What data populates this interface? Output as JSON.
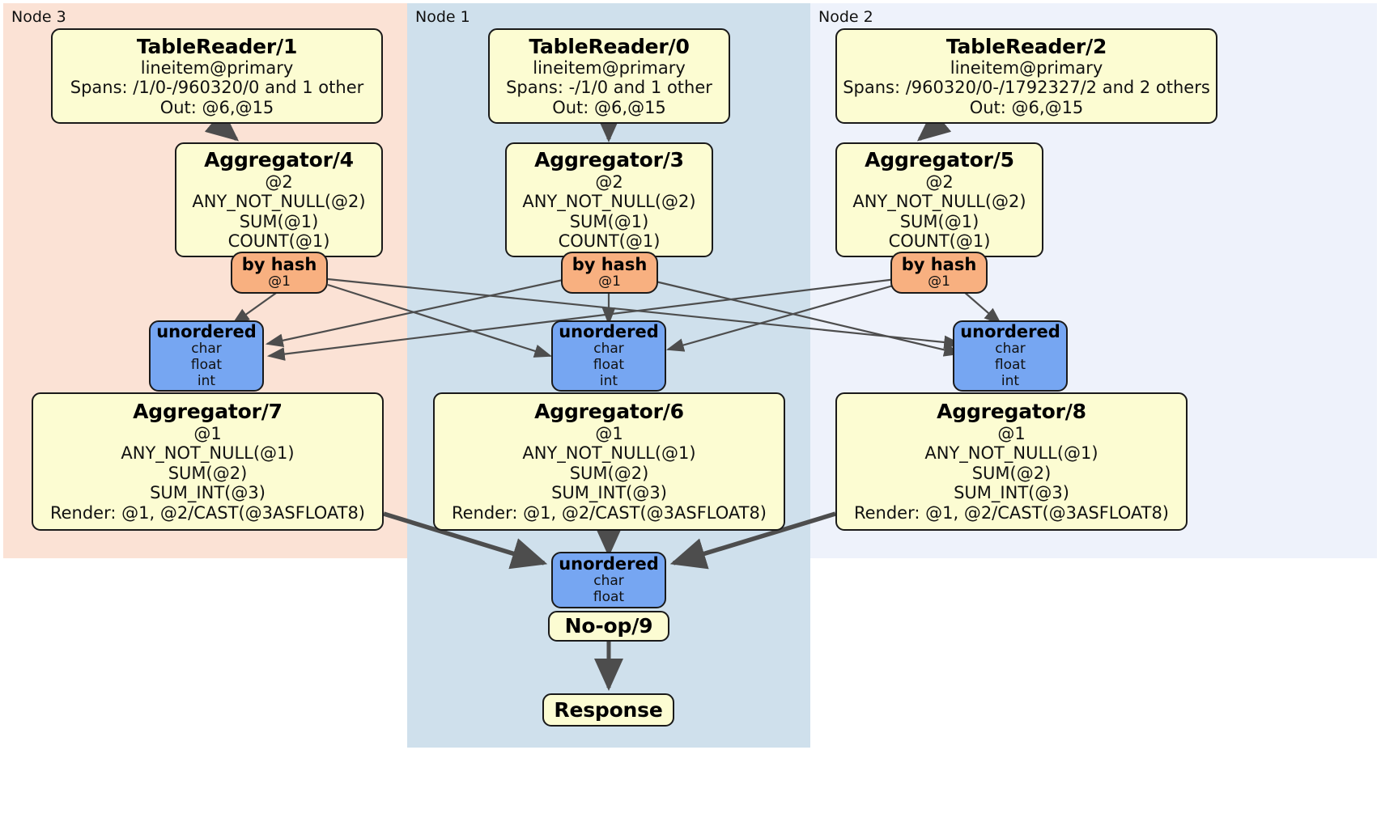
{
  "diagram": {
    "type": "distributed-query-plan",
    "background": "#ffffff",
    "colors": {
      "processor_box": "#fcfcd2",
      "router_box": "#f8b080",
      "synchronizer_box": "#76a6f2",
      "node3_panel": "#fbe2d5",
      "node1_panel": "#cfe0ec",
      "node2_panel": "#eef2fb",
      "edge": "#4d4d4d",
      "border": "#1a1a1a"
    }
  },
  "panels": [
    {
      "label": "Node 3"
    },
    {
      "label": "Node 1"
    },
    {
      "label": "Node 2"
    }
  ],
  "boxes": {
    "tablereader1": {
      "title": "TableReader/1",
      "lines": [
        "lineitem@primary",
        "Spans: /1/0-/960320/0 and 1 other",
        "Out: @6,@15"
      ]
    },
    "tablereader0": {
      "title": "TableReader/0",
      "lines": [
        "lineitem@primary",
        "Spans: -/1/0 and 1 other",
        "Out: @6,@15"
      ]
    },
    "tablereader2": {
      "title": "TableReader/2",
      "lines": [
        "lineitem@primary",
        "Spans: /960320/0-/1792327/2 and 2 others",
        "Out: @6,@15"
      ]
    },
    "aggregator4": {
      "title": "Aggregator/4",
      "lines": [
        "@2",
        "ANY_NOT_NULL(@2)",
        "SUM(@1)",
        "COUNT(@1)"
      ]
    },
    "aggregator3": {
      "title": "Aggregator/3",
      "lines": [
        "@2",
        "ANY_NOT_NULL(@2)",
        "SUM(@1)",
        "COUNT(@1)"
      ]
    },
    "aggregator5": {
      "title": "Aggregator/5",
      "lines": [
        "@2",
        "ANY_NOT_NULL(@2)",
        "SUM(@1)",
        "COUNT(@1)"
      ]
    },
    "byhash_left": {
      "title": "by hash",
      "lines": [
        "@1"
      ]
    },
    "byhash_center": {
      "title": "by hash",
      "lines": [
        "@1"
      ]
    },
    "byhash_right": {
      "title": "by hash",
      "lines": [
        "@1"
      ]
    },
    "unordered_left": {
      "title": "unordered",
      "lines": [
        "char",
        "float",
        "int"
      ]
    },
    "unordered_center": {
      "title": "unordered",
      "lines": [
        "char",
        "float",
        "int"
      ]
    },
    "unordered_right": {
      "title": "unordered",
      "lines": [
        "char",
        "float",
        "int"
      ]
    },
    "aggregator7": {
      "title": "Aggregator/7",
      "lines": [
        "@1",
        "ANY_NOT_NULL(@1)",
        "SUM(@2)",
        "SUM_INT(@3)",
        "Render: @1, @2/CAST(@3ASFLOAT8)"
      ]
    },
    "aggregator6": {
      "title": "Aggregator/6",
      "lines": [
        "@1",
        "ANY_NOT_NULL(@1)",
        "SUM(@2)",
        "SUM_INT(@3)",
        "Render: @1, @2/CAST(@3ASFLOAT8)"
      ]
    },
    "aggregator8": {
      "title": "Aggregator/8",
      "lines": [
        "@1",
        "ANY_NOT_NULL(@1)",
        "SUM(@2)",
        "SUM_INT(@3)",
        "Render: @1, @2/CAST(@3ASFLOAT8)"
      ]
    },
    "unordered_final": {
      "title": "unordered",
      "lines": [
        "char",
        "float"
      ]
    },
    "noop9": {
      "title": "No-op/9",
      "lines": []
    },
    "response": {
      "title": "Response",
      "lines": []
    }
  }
}
